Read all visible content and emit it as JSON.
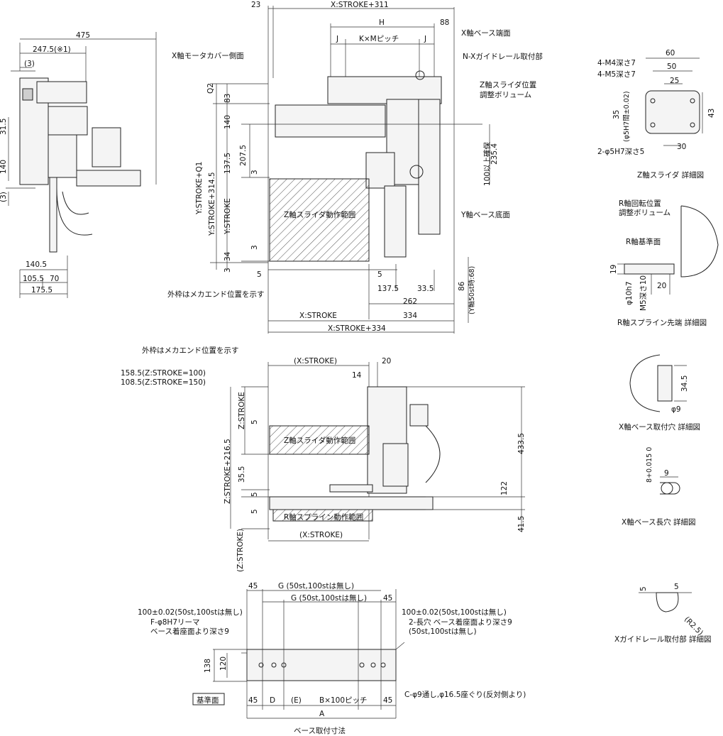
{
  "top_view": {
    "dims_top": [
      "23",
      "X:STROKE+311",
      "H",
      "88",
      "J",
      "K×Mピッチ",
      "J"
    ],
    "labels": {
      "x_base_end": "X軸ベース端面",
      "n_guide": "N-Xガイドレール取付部",
      "x_motor_cover": "X軸モータカバー側面",
      "z_slider_vol_1": "Z軸スライダ位置",
      "z_slider_vol_2": "調整ボリューム",
      "z_range": "Z軸スライダ動作範囲",
      "y_base_bottom": "Y軸ベース底面",
      "outer_frame": "外枠はメカエンド位置を示す",
      "clearance": "100以上確保",
      "y_note": "(Y軸50st時:68)"
    },
    "dims_left": [
      "Q2",
      "83",
      "140",
      "137.5",
      "207.5",
      "3",
      "3",
      "34",
      "3",
      "Y:STROKE+Q1",
      "Y:STROKE+314.5",
      "Y:STROKE"
    ],
    "dims_bottom": [
      "5",
      "5",
      "137.5",
      "33.5",
      "262",
      "X:STROKE",
      "334",
      "X:STROKE+334"
    ],
    "dims_right": [
      "235.4",
      "86"
    ]
  },
  "side_view": {
    "dims": [
      "475",
      "247.5(※1)",
      "(3)",
      "31.5",
      "140",
      "(3)",
      "140.5",
      "105.5",
      "70",
      "175.5"
    ]
  },
  "front_view": {
    "labels": {
      "outer_frame": "外枠はメカエンド位置を示す",
      "z158": "158.5(Z:STROKE=100)",
      "z108": "108.5(Z:STROKE=150)",
      "z_range": "Z軸スライダ動作範囲",
      "r_range": "R軸スプライン動作範囲"
    },
    "dims": [
      "(X:STROKE)",
      "20",
      "14",
      "Z:STROKE",
      "5",
      "Z:STROKE+216.5",
      "35.5",
      "5",
      "5",
      "433.5",
      "122",
      "41.5",
      "(X:STROKE)",
      "(Z:STROKE)"
    ]
  },
  "base_view": {
    "title": "ベース取付寸法",
    "labels": {
      "g1": "G (50st,100stは無し)",
      "g2": "G (50st,100stは無し)",
      "p100_left": "100±0.02(50st,100stは無し)",
      "p100_right": "100±0.02(50st,100stは無し)",
      "reamer_1": "F-φ8H7リーマ",
      "reamer_2": "ベース着座面より深さ9",
      "slot_1": "2-長穴 ベース着座面より深さ9",
      "slot_2": "(50st,100stは無し)",
      "ref": "基準面",
      "c_hole": "C-φ9通し,φ16.5座ぐり(反対側より)"
    },
    "dims": [
      "45",
      "45",
      "138",
      "120",
      "45",
      "D",
      "(E)",
      "B×100ピッチ",
      "45",
      "A"
    ]
  },
  "details": {
    "z_slider": {
      "title": "Z軸スライダ 詳細図",
      "dims": [
        "60",
        "50",
        "25",
        "4-M4深さ7",
        "4-M5深さ7",
        "35",
        "(φ5H7間±0.02)",
        "43",
        "30",
        "2-φ5H7深さ5"
      ]
    },
    "r_spline": {
      "title": "R軸スプライン先端 詳細図",
      "dims": [
        "R軸回転位置",
        "調整ボリューム",
        "R軸基準面",
        "19",
        "φ10h7",
        "M5深さ10",
        "20"
      ]
    },
    "x_base_hole": {
      "title": "X軸ベース取付穴 詳細図",
      "dims": [
        "34.5",
        "φ9"
      ]
    },
    "x_base_slot": {
      "title": "X軸ベース長穴 詳細図",
      "dims": [
        "8+0.015 0",
        "9"
      ]
    },
    "x_guide": {
      "title": "Xガイドレール取付部 詳細図",
      "dims": [
        "5",
        "5",
        "(R2.5)"
      ]
    }
  }
}
